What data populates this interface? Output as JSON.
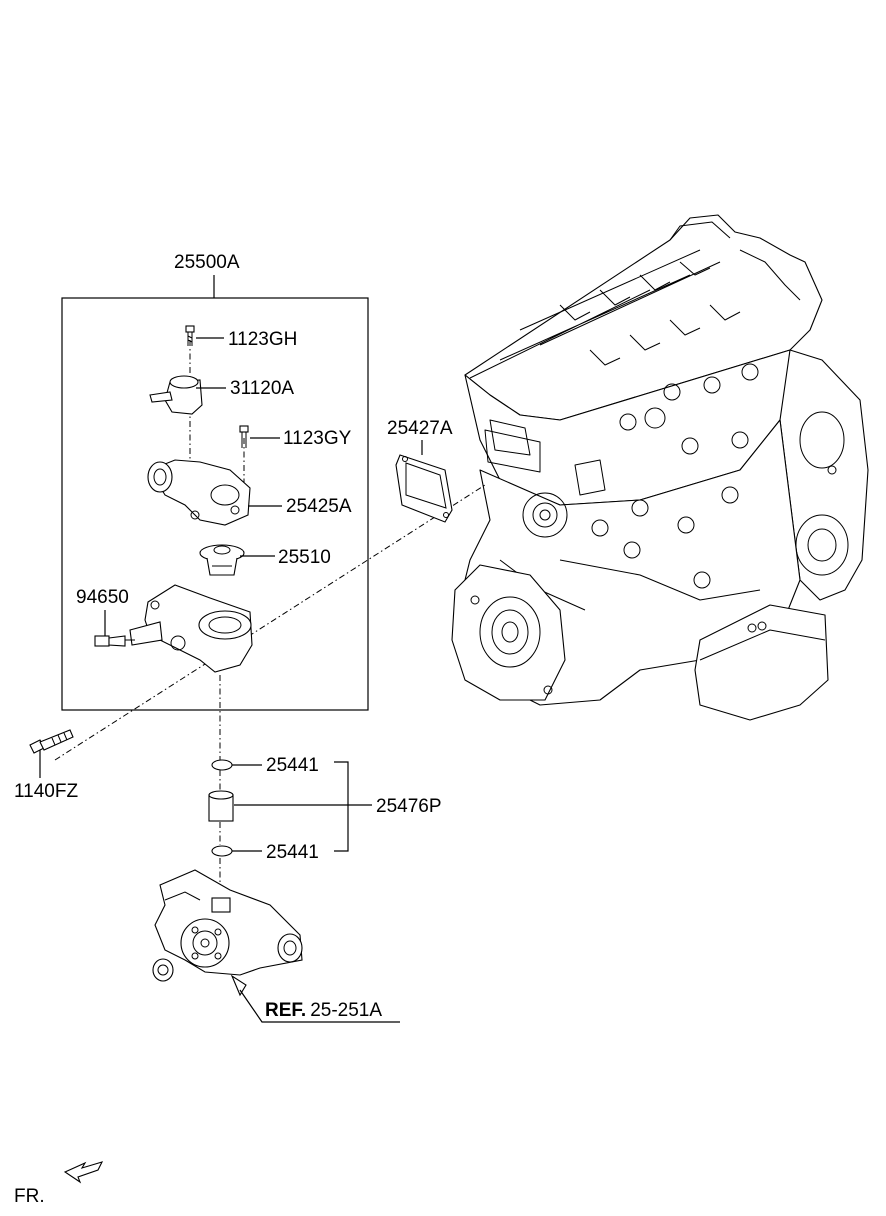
{
  "diagram": {
    "assembly_label": "25500A",
    "labels": {
      "bolt_top": "1123GH",
      "fitting": "31120A",
      "bolt_side": "1123GY",
      "housing": "25425A",
      "thermostat": "25510",
      "sensor": "94650",
      "gasket": "25427A",
      "long_bolt": "1140FZ",
      "oring_upper": "25441",
      "pipe": "25476P",
      "oring_lower": "25441"
    },
    "reference": {
      "prefix": "REF.",
      "code": "25-251A"
    },
    "direction": {
      "label": "FR."
    }
  }
}
